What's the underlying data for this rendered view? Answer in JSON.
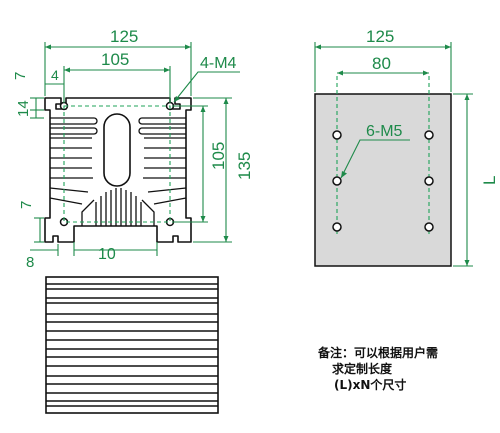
{
  "colors": {
    "dimension": "#1e8a4a",
    "dashed": "#1fa35a",
    "body": "#111111",
    "panel_fill": "#d9d9d9"
  },
  "views": {
    "profile": {
      "overall_width": "125",
      "hole_spacing_width": "105",
      "overall_height": "135",
      "hole_spacing_height": "105",
      "hole_callout": "4-M4",
      "dim_top_offset": "4",
      "dim_left_top": "7",
      "dim_left_mid": "14",
      "dim_left_bottom": "7",
      "dim_bottom_left": "8",
      "dim_bottom_base": "10"
    },
    "mounting_face": {
      "overall_width": "125",
      "hole_spacing": "80",
      "hole_callout": "6-M5",
      "length_label": "L"
    }
  },
  "note": {
    "line1": "备注：可以根据用户需",
    "line2": "求定制长度",
    "line3": "(L)xN个尺寸"
  }
}
